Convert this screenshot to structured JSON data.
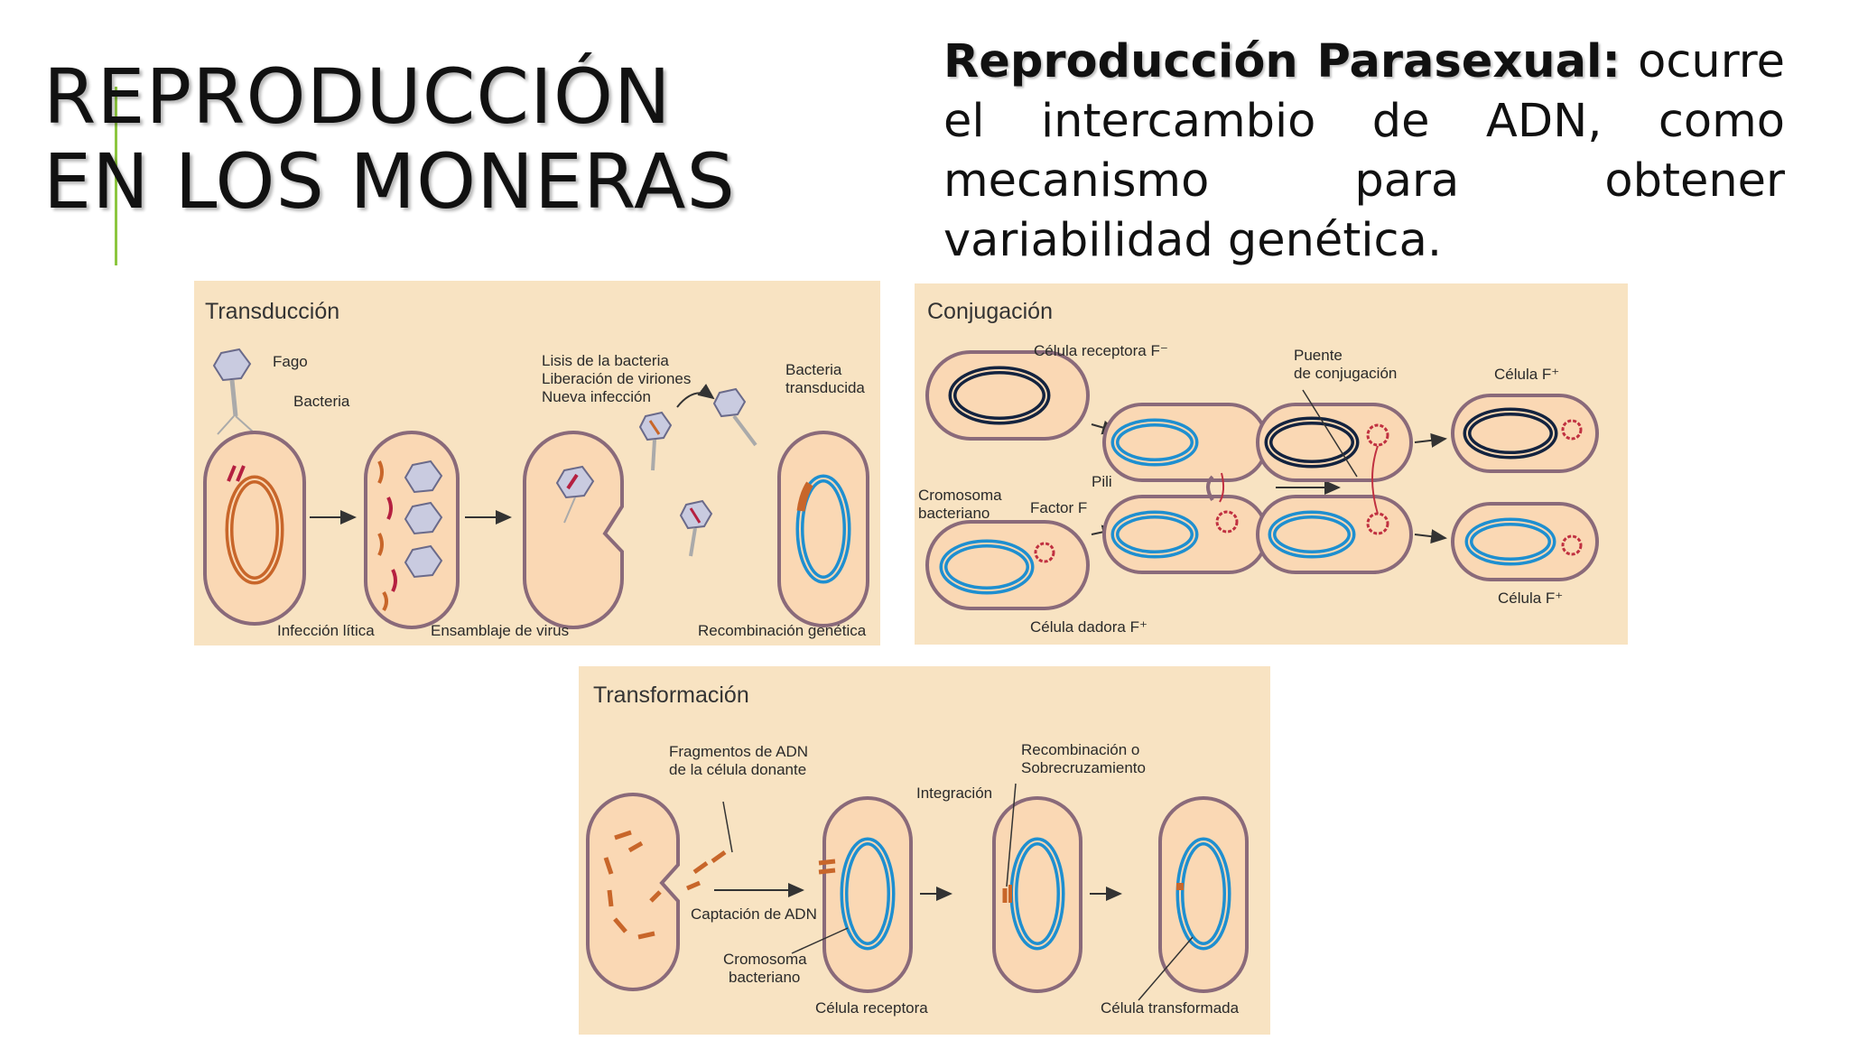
{
  "slide": {
    "title_line1": "REPRODUCCIÓN",
    "title_line2": "EN LOS MONERAS",
    "intro_heading": "Reproducción Parasexual:",
    "intro_text": "ocurre el intercambio de ADN, como mecanismo para obtener variabilidad genética."
  },
  "transduccion": {
    "title": "Transducción",
    "fago": "Fago",
    "bacteria": "Bacteria",
    "lisis_1": "Lisis de la bacteria",
    "lisis_2": "Liberación de viriones",
    "lisis_3": "Nueva infección",
    "transducida_1": "Bacteria",
    "transducida_2": "transducida",
    "infeccion": "Infección lítica",
    "ensamblaje": "Ensamblaje de virus",
    "recombinacion": "Recombinación genética"
  },
  "conjugacion": {
    "title": "Conjugación",
    "receptora": "Célula receptora F⁻",
    "puente_1": "Puente",
    "puente_2": "de conjugación",
    "celula_top": "Célula F⁺",
    "pili": "Pili",
    "cromosoma_1": "Cromosoma",
    "cromosoma_2": "bacteriano",
    "factor": "Factor F",
    "dadora": "Célula dadora F⁺",
    "celula_bottom": "Célula F⁺"
  },
  "transformacion": {
    "title": "Transformación",
    "fragmentos_1": "Fragmentos de ADN",
    "fragmentos_2": "de la célula donante",
    "recomb_1": "Recombinación o",
    "recomb_2": "Sobrecruzamiento",
    "integracion": "Integración",
    "captacion": "Captación de ADN",
    "cromosoma_1": "Cromosoma",
    "cromosoma_2": "bacteriano",
    "receptora": "Célula receptora",
    "transformada": "Célula transformada"
  },
  "colors": {
    "panel_bg": "#f8e3c2",
    "cell_fill": "#fad8b4",
    "membrane": "#8a6a7a",
    "chromosome_blue": "#1e8fd0",
    "chromosome_navy": "#13233f",
    "dna_orange": "#c8662a",
    "dna_red": "#b52040",
    "accent_green": "#8cc63f"
  }
}
